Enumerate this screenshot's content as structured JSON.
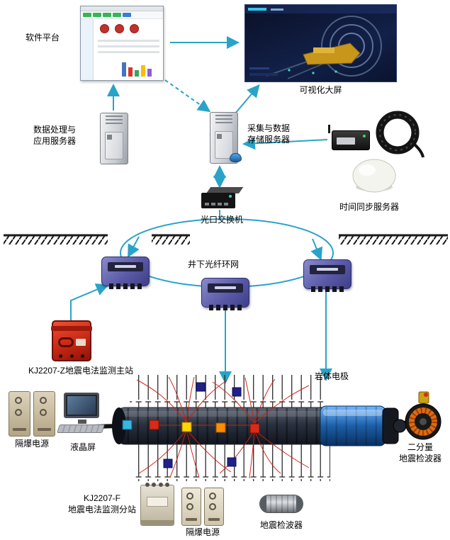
{
  "diagram": {
    "labels": {
      "software_platform": "软件平台",
      "visual_screen": "可视化大屏",
      "app_server": "数据处理与\n应用服务器",
      "storage_server": "采集与数据\n存储服务器",
      "time_sync_server": "时间同步服务器",
      "optical_switch": "光口交换机",
      "fiber_ring": "井下光纤环网",
      "main_station": "KJ2207-Z地震电法监测主站",
      "rock_electrode": "岩体电极",
      "flameproof_power_left": "隔爆电源",
      "lcd_screen": "液晶屏",
      "two_component_geophone": "二分量\n地震检波器",
      "substation_f": "KJ2207-F\n地震电法监测分站",
      "flameproof_power_bottom": "隔爆电源",
      "geophone": "地震检波器"
    },
    "colors": {
      "arrow": "#2aa3c8",
      "field_line_red": "#cf1f10",
      "main_station_red": "#c62814",
      "substation_purple": "#5a5aa8",
      "borehole_blue": "#1b5fa8",
      "screen_background": "#0d1533"
    },
    "icons": {
      "server": "tower-case-icon",
      "optical_switch": "black-box-icon",
      "fiber_coil": "coiled-cable-icon",
      "gps_antenna": "white-dome-icon",
      "fiber_ring": "ellipse-ring-icon",
      "ground": "hatched-surface-icon"
    }
  }
}
